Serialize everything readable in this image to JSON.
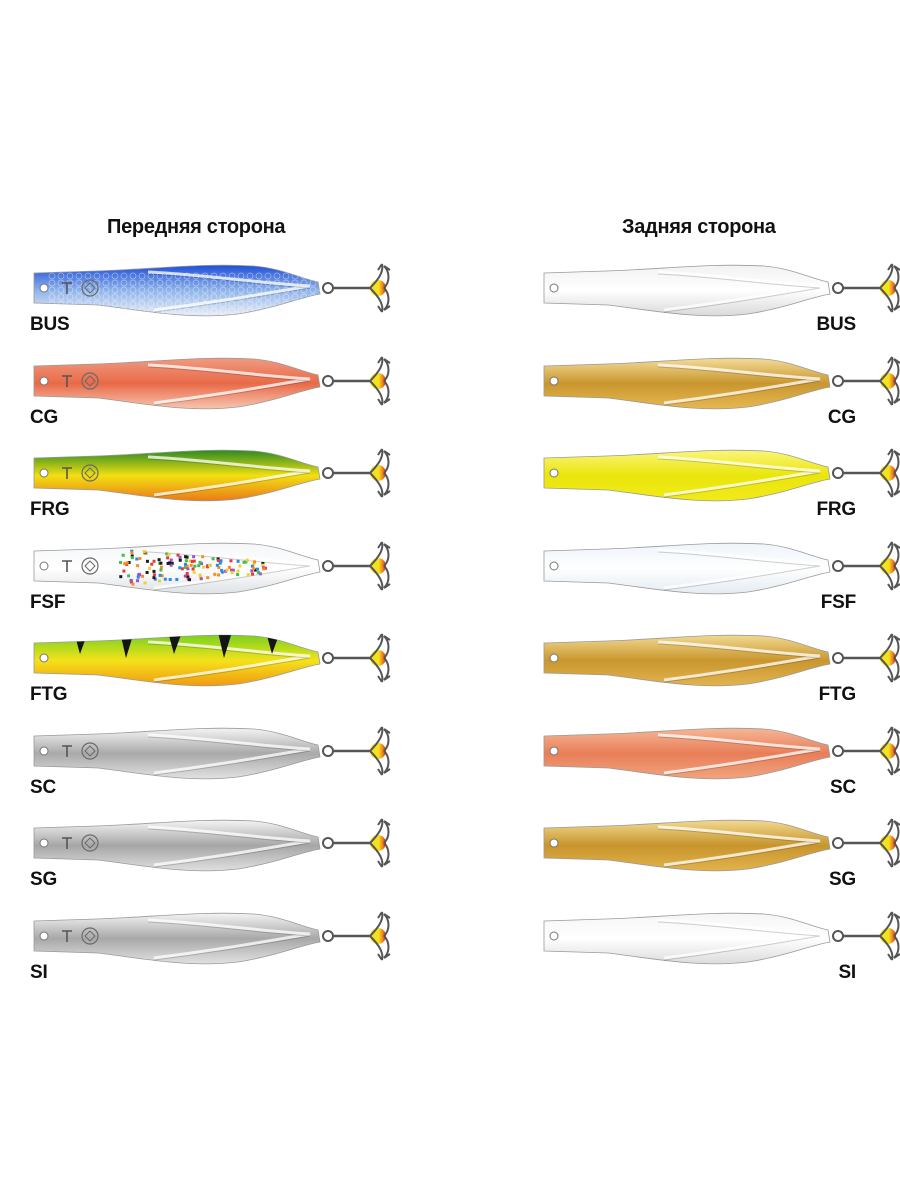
{
  "headers": {
    "front": "Передняя сторона",
    "back": "Задняя сторона"
  },
  "variants": [
    {
      "code": "BUS",
      "front": {
        "top": "#1f4fd8",
        "mid": "#8fb4ea",
        "bottom": "#e8eef7",
        "pattern": "scales"
      },
      "back": {
        "top": "#f2f2f2",
        "mid": "#ffffff",
        "bottom": "#d9d9d9"
      }
    },
    {
      "code": "CG",
      "front": {
        "top": "#f09a80",
        "mid": "#e86a48",
        "bottom": "#f7c6b0",
        "pattern": "plain"
      },
      "back": {
        "top": "#f3dc98",
        "mid": "#c9962e",
        "bottom": "#e6b852"
      }
    },
    {
      "code": "FRG",
      "front": {
        "top": "#2b8a22",
        "mid": "#f2e011",
        "bottom": "#ea7a18",
        "pattern": "plain"
      },
      "back": {
        "top": "#fbf67a",
        "mid": "#e9e50c",
        "bottom": "#f2ea1a"
      }
    },
    {
      "code": "FSF",
      "front": {
        "top": "#f4f6f8",
        "mid": "#ffffff",
        "bottom": "#dde2e6",
        "pattern": "glitter"
      },
      "back": {
        "top": "#eef4fa",
        "mid": "#ffffff",
        "bottom": "#e3ebf2"
      }
    },
    {
      "code": "FTG",
      "front": {
        "top": "#7bd11f",
        "mid": "#f4e21a",
        "bottom": "#f19a12",
        "pattern": "tiger"
      },
      "back": {
        "top": "#f2d990",
        "mid": "#c9962e",
        "bottom": "#e2b34e"
      }
    },
    {
      "code": "SC",
      "front": {
        "top": "#f4f4f4",
        "mid": "#a9a9a9",
        "bottom": "#e2e2e2",
        "pattern": "plain"
      },
      "back": {
        "top": "#f6b696",
        "mid": "#e87e58",
        "bottom": "#f1a47e"
      }
    },
    {
      "code": "SG",
      "front": {
        "top": "#f4f4f4",
        "mid": "#a6a6a6",
        "bottom": "#e0e0e0",
        "pattern": "plain"
      },
      "back": {
        "top": "#f2d990",
        "mid": "#c8952c",
        "bottom": "#e1b24c"
      }
    },
    {
      "code": "SI",
      "front": {
        "top": "#f4f4f4",
        "mid": "#a8a8a8",
        "bottom": "#e1e1e1",
        "pattern": "plain"
      },
      "back": {
        "top": "#f5f5f5",
        "mid": "#ffffff",
        "bottom": "#dcdcdc"
      }
    }
  ],
  "hook": {
    "bead_top": "#e52a22",
    "bead_bottom": "#f3e21c",
    "metal": "#555555"
  }
}
